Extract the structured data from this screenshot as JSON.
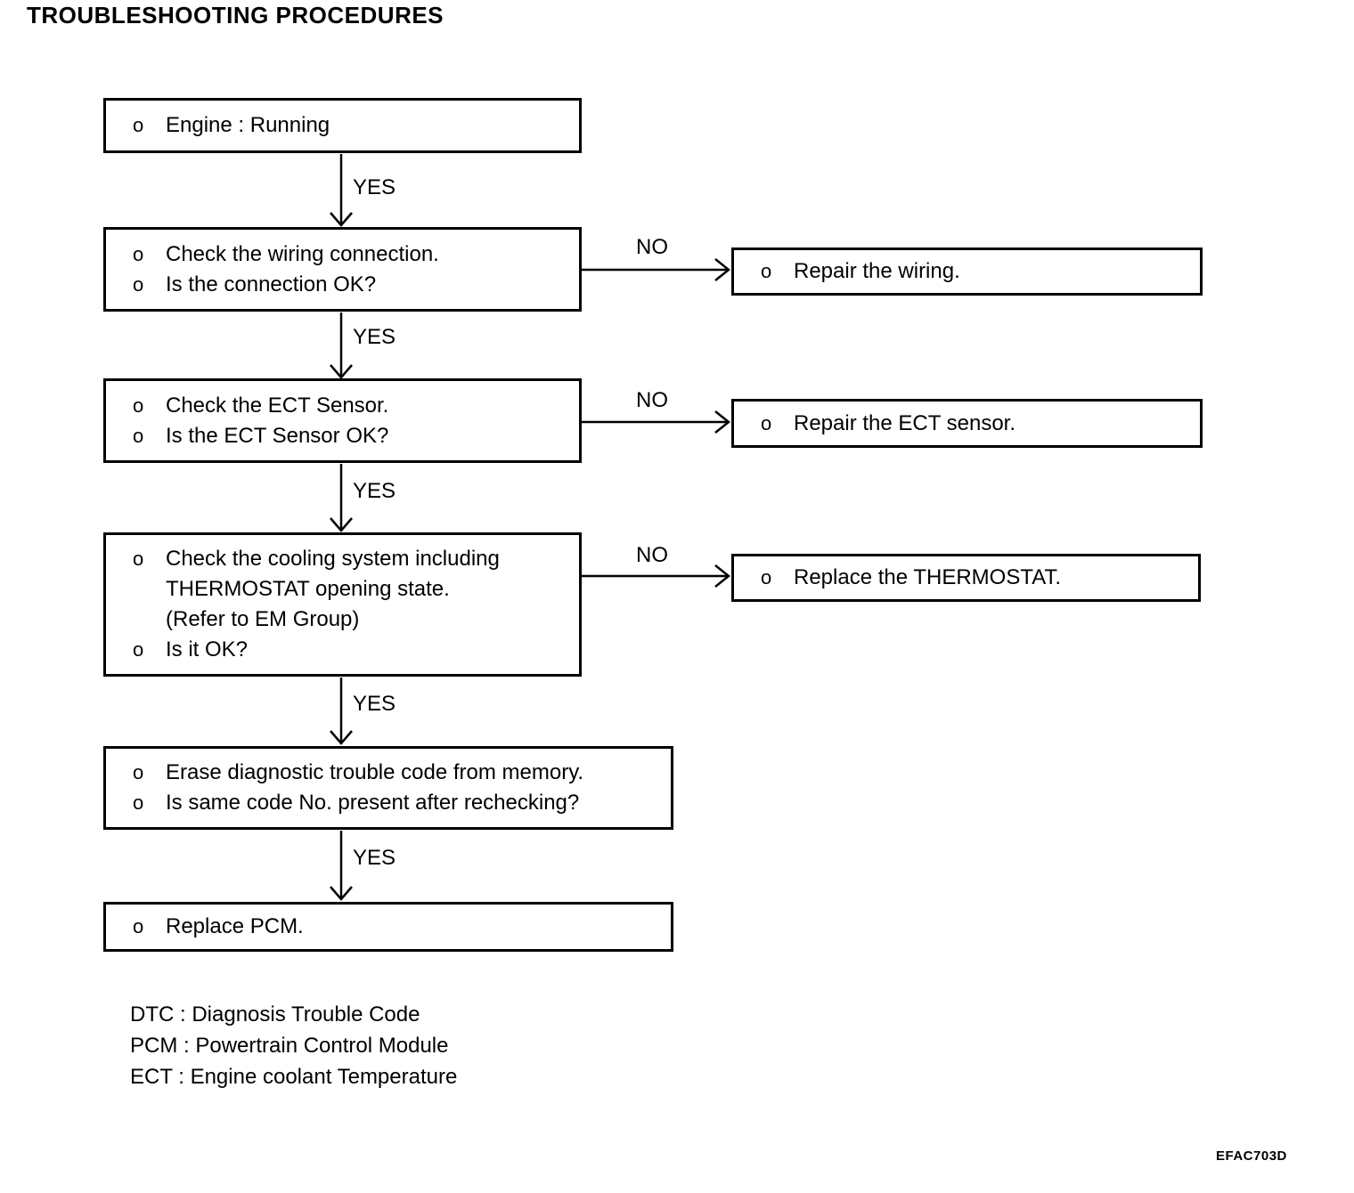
{
  "title": "TROUBLESHOOTING PROCEDURES",
  "labels": {
    "yes": "YES",
    "no": "NO"
  },
  "flow": {
    "step1": {
      "lines": [
        {
          "bullet": "o",
          "text": "Engine : Running"
        }
      ]
    },
    "step2": {
      "lines": [
        {
          "bullet": "o",
          "text": "Check the wiring connection."
        },
        {
          "bullet": "o",
          "text": "Is the connection OK?"
        }
      ]
    },
    "step3": {
      "lines": [
        {
          "bullet": "o",
          "text": "Check the ECT Sensor."
        },
        {
          "bullet": "o",
          "text": "Is the ECT Sensor OK?"
        }
      ]
    },
    "step4": {
      "lines": [
        {
          "bullet": "o",
          "text": "Check the cooling system including"
        },
        {
          "bullet": "",
          "text": "THERMOSTAT opening state."
        },
        {
          "bullet": "",
          "text": "(Refer to EM Group)"
        },
        {
          "bullet": "o",
          "text": "Is it OK?"
        }
      ]
    },
    "step5": {
      "lines": [
        {
          "bullet": "o",
          "text": "Erase diagnostic trouble code from memory."
        },
        {
          "bullet": "o",
          "text": "Is same code No. present after rechecking?"
        }
      ]
    },
    "step6": {
      "lines": [
        {
          "bullet": "o",
          "text": "Replace PCM."
        }
      ]
    },
    "action1": {
      "lines": [
        {
          "bullet": "o",
          "text": "Repair the wiring."
        }
      ]
    },
    "action2": {
      "lines": [
        {
          "bullet": "o",
          "text": "Repair the ECT sensor."
        }
      ]
    },
    "action3": {
      "lines": [
        {
          "bullet": "o",
          "text": "Replace the THERMOSTAT."
        }
      ]
    }
  },
  "legend": {
    "items": [
      "DTC : Diagnosis Trouble Code",
      "PCM : Powertrain Control Module",
      "ECT : Engine coolant Temperature"
    ]
  },
  "reference_code": "EFAC703D",
  "colors": {
    "ink": "#000000",
    "paper": "#ffffff"
  }
}
